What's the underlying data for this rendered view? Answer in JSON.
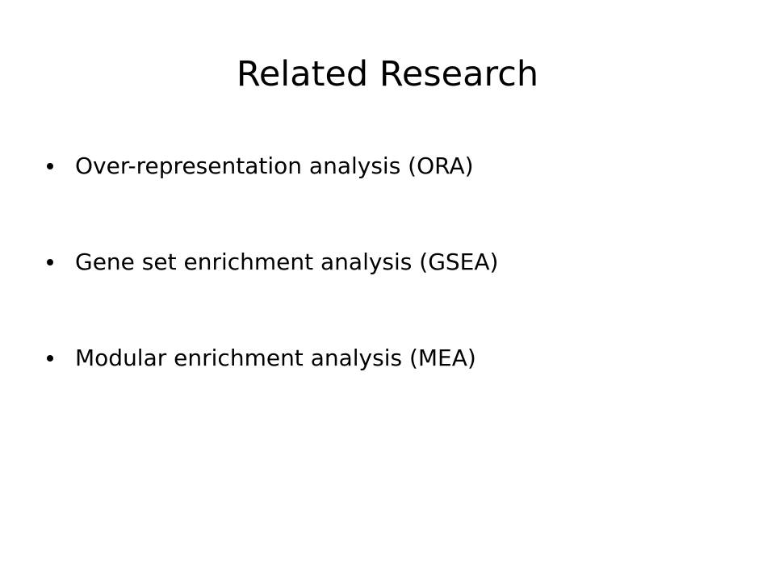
{
  "slide": {
    "title": "Related Research",
    "bullets": [
      "Over-representation analysis (ORA)",
      "Gene set enrichment analysis (GSEA)",
      "Modular enrichment analysis (MEA)"
    ]
  }
}
